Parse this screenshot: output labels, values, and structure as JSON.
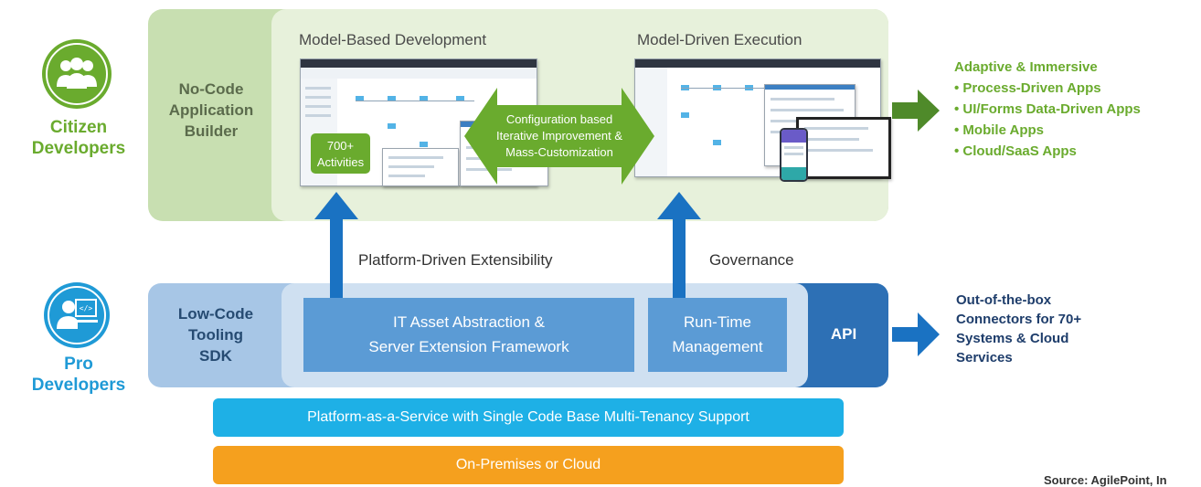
{
  "personas": {
    "citizen": {
      "label_line1": "Citizen",
      "label_line2": "Developers",
      "icon": "group-people-icon",
      "color": "#6aab2e"
    },
    "pro": {
      "label_line1": "Pro",
      "label_line2": "Developers",
      "icon": "coder-at-screen-icon",
      "color": "#1f9ad6"
    }
  },
  "no_code": {
    "builder_line1": "No-Code",
    "builder_line2": "Application",
    "builder_line3": "Builder",
    "model_based_title": "Model-Based Development",
    "model_driven_title": "Model-Driven Execution",
    "activities_line1": "700+",
    "activities_line2": "Activities",
    "configuration_line1": "Configuration based",
    "configuration_line2": "Iterative Improvement &",
    "configuration_line3": "Mass-Customization"
  },
  "arrows": {
    "extensibility_label": "Platform-Driven Extensibility",
    "governance_label": "Governance"
  },
  "low_code": {
    "sdk_line1": "Low-Code",
    "sdk_line2": "Tooling",
    "sdk_line3": "SDK",
    "abstraction_line1": "IT Asset Abstraction &",
    "abstraction_line2": "Server Extension Framework",
    "runtime_line1": "Run-Time",
    "runtime_line2": "Management",
    "api_label": "API"
  },
  "outputs": {
    "apps_heading": "Adaptive & Immersive",
    "apps_items": [
      "• Process-Driven Apps",
      "• UI/Forms Data-Driven Apps",
      "• Mobile Apps",
      "• Cloud/SaaS Apps"
    ],
    "connectors_line1": "Out-of-the-box",
    "connectors_line2": "Connectors for 70+",
    "connectors_line3": "Systems & Cloud",
    "connectors_line4": "Services"
  },
  "bars": {
    "paas_label": "Platform-as-a-Service with Single Code Base Multi-Tenancy Support",
    "onprem_label": "On-Premises or Cloud"
  },
  "source_text": "Source: AgilePoint, In",
  "colors": {
    "green_dark": "#6aab2e",
    "green_light": "#c8dfb1",
    "green_pale": "#e7f1db",
    "blue_dark": "#2d70b5",
    "blue_mid": "#5b9bd5",
    "blue_light": "#a7c6e6",
    "blue_pale": "#cfe0f1",
    "cyan": "#1eb0e6",
    "orange": "#f5a01e",
    "arrow_blue": "#1a72c2"
  }
}
